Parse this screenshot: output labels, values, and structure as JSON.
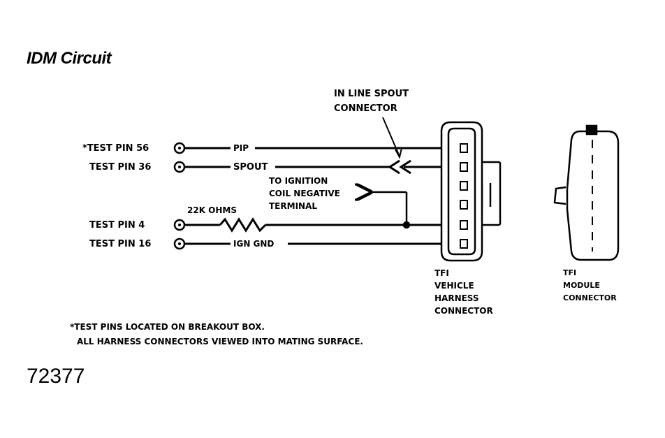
{
  "title": "IDM Circuit",
  "figure_number": "72377",
  "test_pins": [
    {
      "label": "*TEST PIN 56",
      "wire": "PIP"
    },
    {
      "label": "TEST PIN 36",
      "wire": "SPOUT"
    },
    {
      "label": "TEST PIN 4",
      "wire": ""
    },
    {
      "label": "TEST PIN 16",
      "wire": "IGN GND"
    }
  ],
  "resistor_label": "22K OHMS",
  "spout_connector_label": [
    "IN LINE SPOUT",
    "CONNECTOR"
  ],
  "ignition_coil_label": [
    "TO IGNITION",
    "COIL NEGATIVE",
    "TERMINAL"
  ],
  "vehicle_connector_label": [
    "TFI",
    "VEHICLE",
    "HARNESS",
    "CONNECTOR"
  ],
  "module_connector_label": [
    "TFI",
    "MODULE",
    "CONNECTOR"
  ],
  "notes": [
    "*TEST PINS LOCATED ON BREAKOUT BOX.",
    "ALL HARNESS CONNECTORS VIEWED INTO MATING SURFACE."
  ]
}
